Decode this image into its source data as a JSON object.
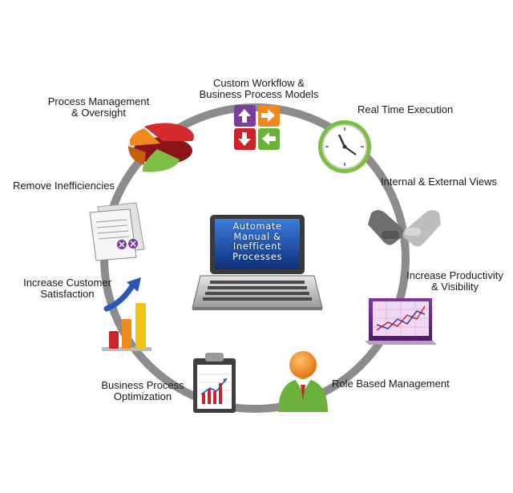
{
  "diagram": {
    "center": {
      "text": "Automate\nManual &\nInefficent\nProcesses"
    },
    "nodes": [
      {
        "label": "Custom Workflow &\nBusiness Process Models",
        "icon": "workflow-arrows-icon"
      },
      {
        "label": "Real Time Execution",
        "icon": "clock-icon"
      },
      {
        "label": "Internal & External Views",
        "icon": "handshake-icon"
      },
      {
        "label": "Increase Productivity\n& Visibility",
        "icon": "line-chart-icon"
      },
      {
        "label": "Role Based Management",
        "icon": "person-icon"
      },
      {
        "label": "Business Process\nOptimization",
        "icon": "clipboard-chart-icon"
      },
      {
        "label": "Increase Customer\nSatisfaction",
        "icon": "growth-bars-icon"
      },
      {
        "label": "Remove Inefficiencies",
        "icon": "documents-icon"
      },
      {
        "label": "Process Management\n& Oversight",
        "icon": "pie-chart-icon"
      }
    ]
  },
  "colors": {
    "ring": "#8c8c8c",
    "screen": "#1d4fa8",
    "accent_red": "#c9252b",
    "accent_orange": "#f08a1c",
    "accent_green": "#6bb23a",
    "accent_purple": "#6d2b8e"
  }
}
